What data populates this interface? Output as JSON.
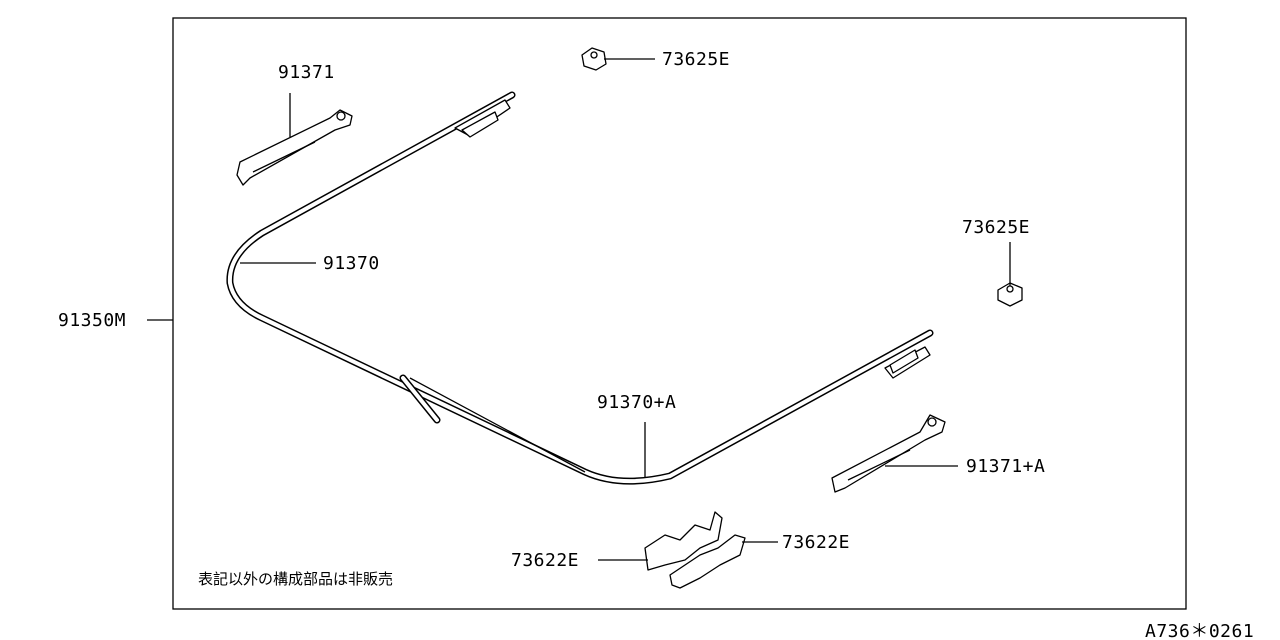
{
  "diagram": {
    "labels": {
      "clip_left": "91371",
      "grommet_top": "73625E",
      "grommet_right": "73625E",
      "drain_hose_front": "91370",
      "assembly": "91350M",
      "drain_hose_rear": "91370+A",
      "clip_right": "91371+A",
      "clip_bottom_left": "73622E",
      "clip_bottom_right": "73622E"
    },
    "note": "表記以外の構成部品は非販売",
    "diagram_code": "A736＊0261"
  }
}
